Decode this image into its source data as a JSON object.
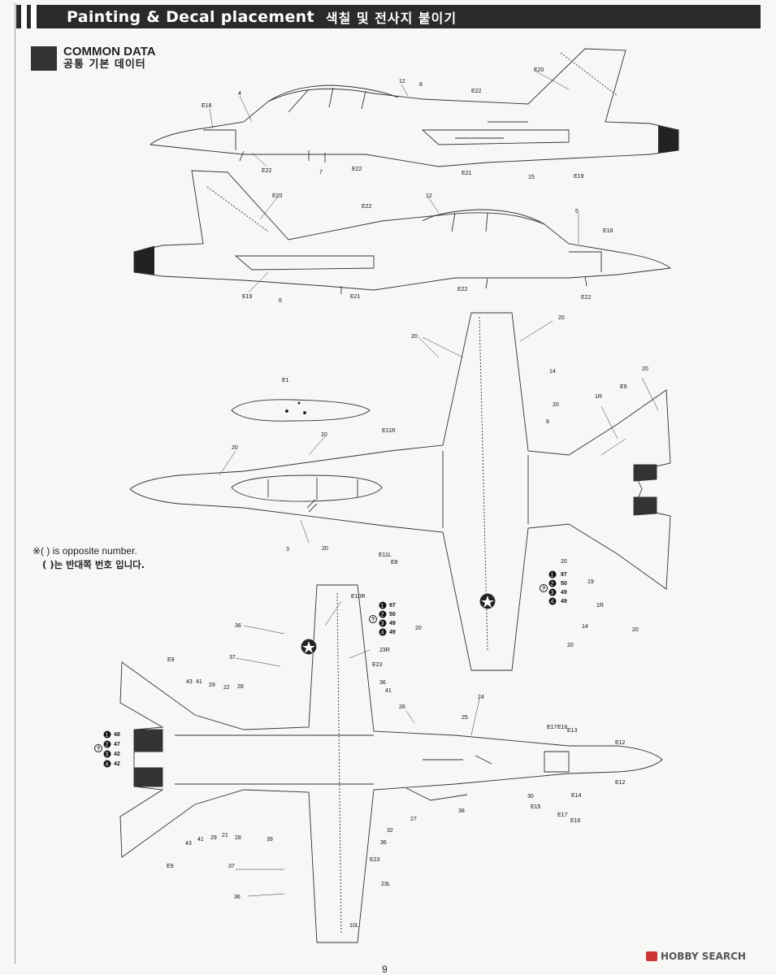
{
  "header": {
    "title": "Painting & Decal placement",
    "title_ko": "색칠 및 전사지 붙이기"
  },
  "section": {
    "title_en": "COMMON DATA",
    "title_ko": "공통 기본 데이터"
  },
  "note": {
    "line_en": "※( ) is opposite number.",
    "line_ko": "( )는 반대쪽 번호 입니다."
  },
  "page_number": "9",
  "watermark": "HOBBY SEARCH",
  "views": {
    "side_right": {
      "labels": [
        "E18",
        "4",
        "12",
        "8",
        "E22",
        "E20",
        "E22",
        "7",
        "E22",
        "E21",
        "15",
        "E19"
      ]
    },
    "side_left": {
      "labels": [
        "E20",
        "E22",
        "12",
        "5",
        "E18",
        "E19",
        "6",
        "E21",
        "E22",
        "E22"
      ]
    },
    "top": {
      "labels": [
        "20",
        "20",
        "14",
        "E1",
        "20",
        "E11R",
        "20",
        "20",
        "1R",
        "E9",
        "20",
        "8",
        "3",
        "20",
        "E11L",
        "E8",
        "20",
        "19",
        "1R",
        "14",
        "20",
        "20",
        "20",
        "20"
      ],
      "insignia_codes": [
        {
          "num": "1",
          "val": "97"
        },
        {
          "num": "2",
          "val": "50"
        },
        {
          "num": "3",
          "val": "49"
        },
        {
          "num": "4",
          "val": "49"
        }
      ]
    },
    "bottom": {
      "labels": [
        "E10R",
        "36",
        "37",
        "23R",
        "E23",
        "E9",
        "43",
        "41",
        "29",
        "22",
        "28",
        "36",
        "41",
        "26",
        "24",
        "25",
        "E17",
        "E16",
        "E13",
        "E12",
        "E12",
        "30",
        "E15",
        "E17",
        "E14",
        "E16",
        "38",
        "27",
        "32",
        "36",
        "21",
        "29",
        "28",
        "39",
        "43",
        "E23",
        "37",
        "23L",
        "36",
        "10L",
        "E9"
      ],
      "insignia_codes": [
        {
          "num": "1",
          "val": "97"
        },
        {
          "num": "2",
          "val": "50"
        },
        {
          "num": "3",
          "val": "49"
        },
        {
          "num": "4",
          "val": "49"
        }
      ],
      "exhaust_codes": [
        {
          "num": "1",
          "val": "48"
        },
        {
          "num": "2",
          "val": "47"
        },
        {
          "num": "3",
          "val": "42"
        },
        {
          "num": "4",
          "val": "42"
        }
      ]
    }
  }
}
